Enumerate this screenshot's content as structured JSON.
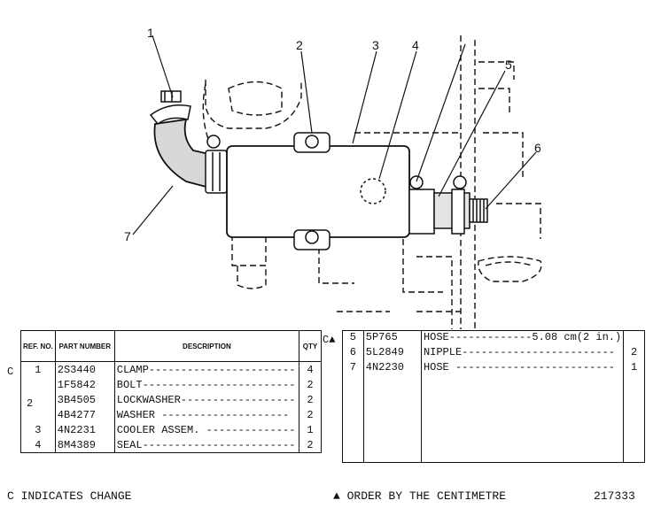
{
  "callouts": [
    "1",
    "2",
    "3",
    "4",
    "5",
    "6",
    "7"
  ],
  "left_table": {
    "headers": {
      "ref": "REF. NO.",
      "part": "PART NUMBER",
      "desc": "DESCRIPTION",
      "qty": "QTY"
    },
    "change_marker": "C",
    "group_marker": "2",
    "rows": [
      {
        "ref": "1",
        "part": "2S3440",
        "desc": "CLAMP-----------------------",
        "qty": "4"
      },
      {
        "ref": "",
        "part": "1F5842",
        "desc": "BOLT------------------------",
        "qty": "2"
      },
      {
        "ref": "",
        "part": "3B4505",
        "desc": "LOCKWASHER------------------",
        "qty": "2"
      },
      {
        "ref": "",
        "part": "4B4277",
        "desc": "WASHER  --------------------",
        "qty": "2"
      },
      {
        "ref": "3",
        "part": "4N2231",
        "desc": "COOLER ASSEM. --------------",
        "qty": "1"
      },
      {
        "ref": "4",
        "part": "8M4389",
        "desc": "SEAL------------------------",
        "qty": "2"
      }
    ]
  },
  "right_table": {
    "marker": "C▲",
    "rows": [
      {
        "ref": "5",
        "part": "5P765",
        "desc": "HOSE-------------5.08 cm(2 in.)",
        "qty": ""
      },
      {
        "ref": "6",
        "part": "5L2849",
        "desc": "NIPPLE------------------------",
        "qty": "2"
      },
      {
        "ref": "7",
        "part": "4N2230",
        "desc": "HOSE -------------------------",
        "qty": "1"
      }
    ]
  },
  "footer": {
    "change_note": "C INDICATES CHANGE",
    "order_note": "▲ ORDER BY THE CENTIMETRE",
    "code": "217333"
  }
}
